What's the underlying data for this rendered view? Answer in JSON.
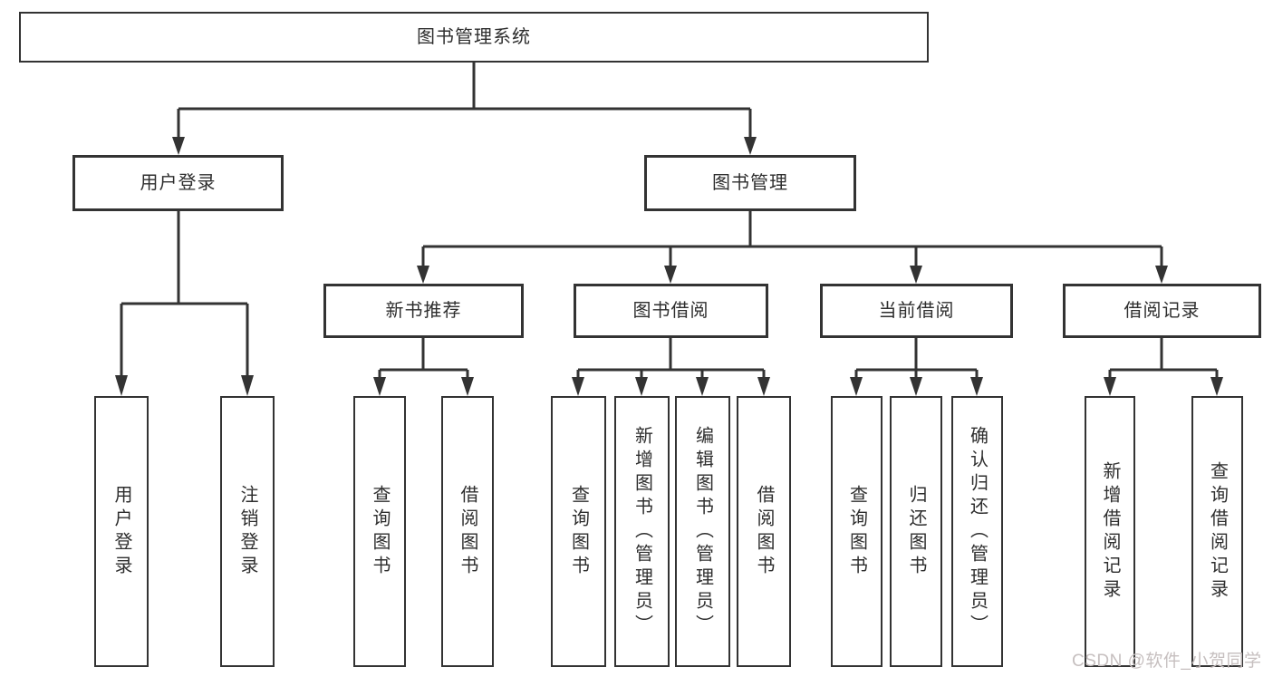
{
  "tree": {
    "label": "图书管理系统",
    "children": [
      {
        "label": "用户登录",
        "children": [
          {
            "label": "用户登录"
          },
          {
            "label": "注销登录"
          }
        ]
      },
      {
        "label": "图书管理",
        "children": [
          {
            "label": "新书推荐",
            "children": [
              {
                "label": "查询图书"
              },
              {
                "label": "借阅图书"
              }
            ]
          },
          {
            "label": "图书借阅",
            "children": [
              {
                "label": "查询图书"
              },
              {
                "label": "新增图书（管理员）"
              },
              {
                "label": "编辑图书（管理员）"
              },
              {
                "label": "借阅图书"
              }
            ]
          },
          {
            "label": "当前借阅",
            "children": [
              {
                "label": "查询图书"
              },
              {
                "label": "归还图书"
              },
              {
                "label": "确认归还（管理员）"
              }
            ]
          },
          {
            "label": "借阅记录",
            "children": [
              {
                "label": "新增借阅记录"
              },
              {
                "label": "查询借阅记录"
              }
            ]
          }
        ]
      }
    ]
  },
  "watermark": {
    "text": "CSDN @软件_小贺同学"
  },
  "colors": {
    "line": "#333333",
    "box_border": "#333333",
    "text": "#2e2e2e",
    "watermark": "#c6bfbf",
    "background": "#ffffff"
  }
}
